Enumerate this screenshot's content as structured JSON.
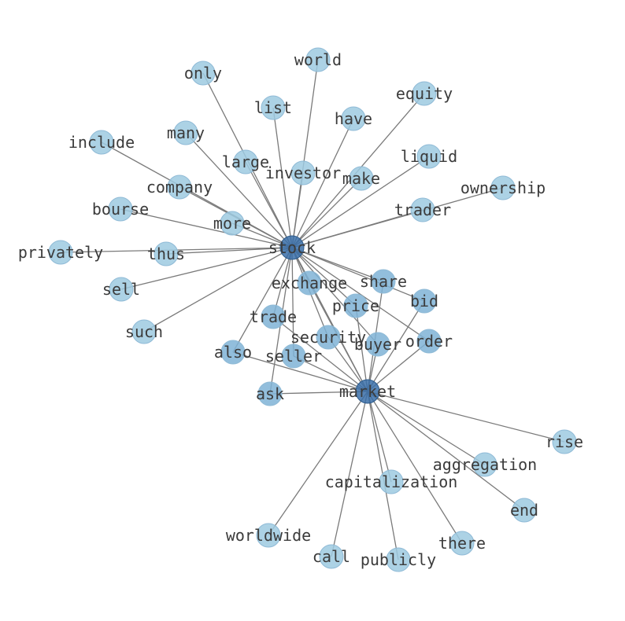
{
  "graph": {
    "nodes": [
      {
        "id": "stock",
        "label": "stock",
        "hub": true
      },
      {
        "id": "market",
        "label": "market",
        "hub": true
      },
      {
        "id": "world",
        "label": "world"
      },
      {
        "id": "only",
        "label": "only"
      },
      {
        "id": "list",
        "label": "list"
      },
      {
        "id": "equity",
        "label": "equity"
      },
      {
        "id": "have",
        "label": "have"
      },
      {
        "id": "include",
        "label": "include"
      },
      {
        "id": "many",
        "label": "many"
      },
      {
        "id": "liquid",
        "label": "liquid"
      },
      {
        "id": "large",
        "label": "large"
      },
      {
        "id": "investor",
        "label": "investor"
      },
      {
        "id": "make",
        "label": "make"
      },
      {
        "id": "company",
        "label": "company"
      },
      {
        "id": "ownership",
        "label": "ownership"
      },
      {
        "id": "bourse",
        "label": "bourse"
      },
      {
        "id": "trader",
        "label": "trader"
      },
      {
        "id": "more",
        "label": "more"
      },
      {
        "id": "privately",
        "label": "privately"
      },
      {
        "id": "thus",
        "label": "thus"
      },
      {
        "id": "sell",
        "label": "sell"
      },
      {
        "id": "exchange",
        "label": "exchange",
        "mid": true
      },
      {
        "id": "share",
        "label": "share",
        "mid": true
      },
      {
        "id": "bid",
        "label": "bid",
        "mid": true
      },
      {
        "id": "price",
        "label": "price",
        "mid": true
      },
      {
        "id": "such",
        "label": "such"
      },
      {
        "id": "trade",
        "label": "trade",
        "mid": true
      },
      {
        "id": "order",
        "label": "order",
        "mid": true
      },
      {
        "id": "security",
        "label": "security",
        "mid": true
      },
      {
        "id": "buyer",
        "label": "buyer",
        "mid": true
      },
      {
        "id": "also",
        "label": "also",
        "mid": true
      },
      {
        "id": "seller",
        "label": "seller",
        "mid": true
      },
      {
        "id": "ask",
        "label": "ask",
        "mid": true
      },
      {
        "id": "rise",
        "label": "rise"
      },
      {
        "id": "aggregation",
        "label": "aggregation"
      },
      {
        "id": "capitalization",
        "label": "capitalization"
      },
      {
        "id": "end",
        "label": "end"
      },
      {
        "id": "worldwide",
        "label": "worldwide"
      },
      {
        "id": "there",
        "label": "there"
      },
      {
        "id": "call",
        "label": "call"
      },
      {
        "id": "publicly",
        "label": "publicly"
      }
    ],
    "edges": [
      [
        "stock",
        "world"
      ],
      [
        "stock",
        "only"
      ],
      [
        "stock",
        "list"
      ],
      [
        "stock",
        "equity"
      ],
      [
        "stock",
        "have"
      ],
      [
        "stock",
        "include"
      ],
      [
        "stock",
        "many"
      ],
      [
        "stock",
        "liquid"
      ],
      [
        "stock",
        "large"
      ],
      [
        "stock",
        "investor"
      ],
      [
        "stock",
        "make"
      ],
      [
        "stock",
        "company"
      ],
      [
        "stock",
        "ownership"
      ],
      [
        "stock",
        "bourse"
      ],
      [
        "stock",
        "trader"
      ],
      [
        "stock",
        "more"
      ],
      [
        "stock",
        "privately"
      ],
      [
        "stock",
        "thus"
      ],
      [
        "stock",
        "sell"
      ],
      [
        "stock",
        "such"
      ],
      [
        "stock",
        "exchange"
      ],
      [
        "stock",
        "share"
      ],
      [
        "stock",
        "bid"
      ],
      [
        "stock",
        "price"
      ],
      [
        "stock",
        "trade"
      ],
      [
        "stock",
        "order"
      ],
      [
        "stock",
        "security"
      ],
      [
        "stock",
        "buyer"
      ],
      [
        "stock",
        "also"
      ],
      [
        "stock",
        "seller"
      ],
      [
        "stock",
        "ask"
      ],
      [
        "stock",
        "market"
      ],
      [
        "market",
        "exchange"
      ],
      [
        "market",
        "share"
      ],
      [
        "market",
        "bid"
      ],
      [
        "market",
        "price"
      ],
      [
        "market",
        "trade"
      ],
      [
        "market",
        "order"
      ],
      [
        "market",
        "security"
      ],
      [
        "market",
        "buyer"
      ],
      [
        "market",
        "also"
      ],
      [
        "market",
        "seller"
      ],
      [
        "market",
        "ask"
      ],
      [
        "market",
        "rise"
      ],
      [
        "market",
        "aggregation"
      ],
      [
        "market",
        "capitalization"
      ],
      [
        "market",
        "end"
      ],
      [
        "market",
        "worldwide"
      ],
      [
        "market",
        "there"
      ],
      [
        "market",
        "call"
      ],
      [
        "market",
        "publicly"
      ]
    ]
  }
}
